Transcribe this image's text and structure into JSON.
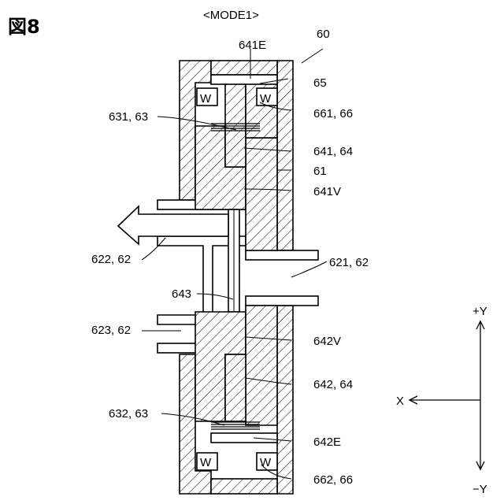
{
  "figure": {
    "number": "図8",
    "mode": "<MODE1>"
  },
  "labels": {
    "l60": "60",
    "l641E": "641E",
    "l65": "65",
    "l631": "631, 63",
    "l661": "661, 66",
    "l641": "641, 64",
    "l61": "61",
    "l641V": "641V",
    "l622": "622, 62",
    "l621": "621, 62",
    "l643": "643",
    "l623": "623, 62",
    "l642V": "642V",
    "l642": "642, 64",
    "l632": "632, 63",
    "l642E": "642E",
    "l662": "662, 66"
  },
  "axes": {
    "plus_y": "+Y",
    "minus_y": "−Y",
    "x": "X"
  }
}
